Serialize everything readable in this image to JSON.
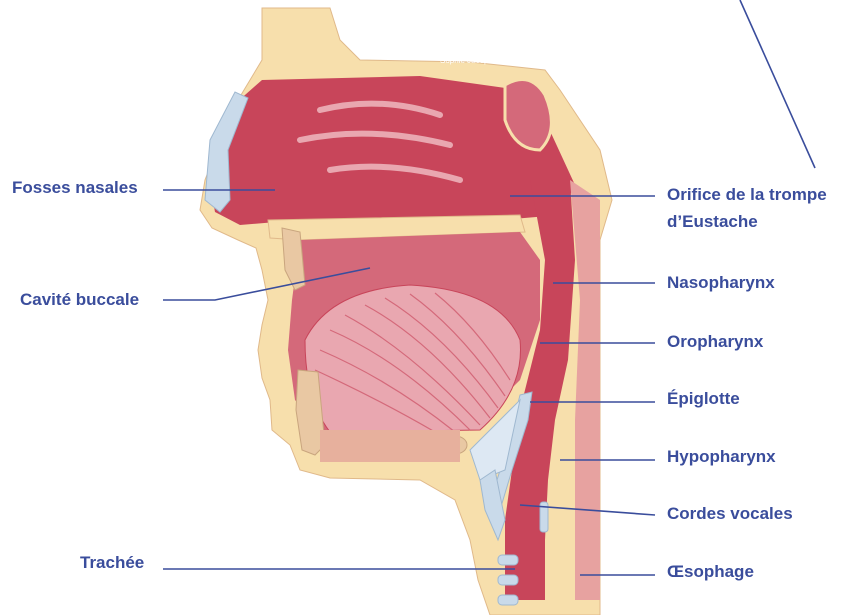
{
  "signature": "Sophie Jacopin",
  "colors": {
    "label_text": "#3a4d9c",
    "tissue_dark": "#c8455a",
    "tissue_mid": "#d4697a",
    "tissue_light": "#e9a7b0",
    "skin": "#f7dfac",
    "cartilage": "#c9daea",
    "bone": "#e9c8a3"
  },
  "labels": {
    "fosses_nasales": "Fosses nasales",
    "cavite_buccale": "Cavité buccale",
    "trachee": "Trachée",
    "orifice_line1": "Orifice de la trompe",
    "orifice_line2": "d’Eustache",
    "nasopharynx": "Nasopharynx",
    "oropharynx": "Oropharynx",
    "epiglotte": "Épiglotte",
    "hypopharynx": "Hypopharynx",
    "cordes_vocales": "Cordes vocales",
    "oesophage": "Œsophage"
  }
}
